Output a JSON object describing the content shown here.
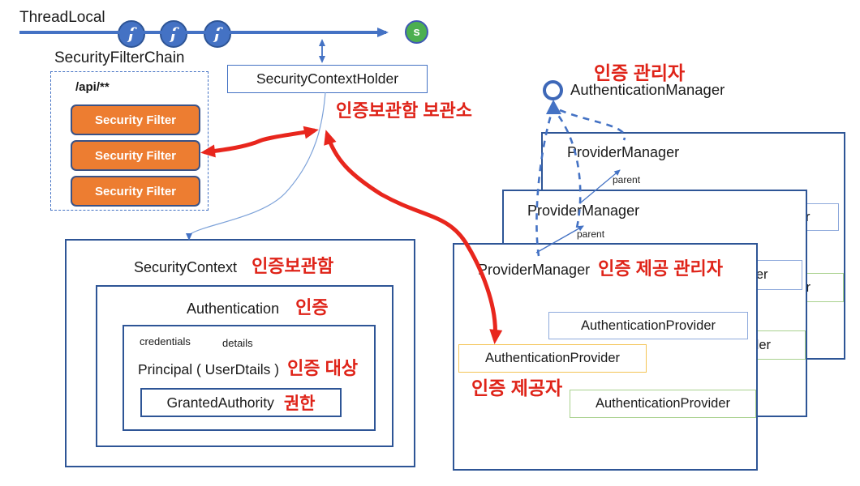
{
  "colors": {
    "accent_blue": "#4472c4",
    "navy_border": "#2e5596",
    "orange_fill": "#ed7d31",
    "annotation_red": "#df2318",
    "servlet_green": "#4caf50",
    "provider_blue_border": "#8faadc",
    "provider_green_border": "#a9d18e",
    "provider_yellow_border": "#f4c455"
  },
  "thread": {
    "label": "ThreadLocal",
    "filter_node": "f",
    "servlet_node": "s"
  },
  "filter_chain": {
    "title": "SecurityFilterChain",
    "url_pattern": "/api/**",
    "filters": [
      "Security Filter",
      "Security Filter",
      "Security Filter"
    ]
  },
  "context_holder": {
    "label": "SecurityContextHolder",
    "annotation_ko": "인증보관함 보관소"
  },
  "security_context": {
    "label": "SecurityContext",
    "annotation_ko": "인증보관함",
    "authentication": {
      "label": "Authentication",
      "annotation_ko": "인증"
    },
    "principal": {
      "credentials_label": "credentials",
      "details_label": "details",
      "label": "Principal ( UserDtails )",
      "annotation_ko": "인증 대상",
      "granted_authority": {
        "label": "GrantedAuthority",
        "annotation_ko": "권한"
      }
    }
  },
  "authentication_manager": {
    "label": "AuthenticationManager",
    "annotation_ko": "인증 관리자"
  },
  "provider_managers": {
    "back": {
      "label": "ProviderManager",
      "providers": [
        "AuthenticationProvider",
        "AuthenticationProvider"
      ]
    },
    "middle": {
      "label": "ProviderManager",
      "parent_label": "parent",
      "providers": [
        "AuthenticationProvider",
        "AuthenticationProvider"
      ]
    },
    "front": {
      "label": "ProviderManager",
      "annotation_ko": "인증 제공 관리자",
      "parent_label": "parent",
      "providers": [
        "AuthenticationProvider",
        "AuthenticationProvider",
        "AuthenticationProvider"
      ],
      "provider_annotation_ko": "인증 제공자"
    }
  }
}
